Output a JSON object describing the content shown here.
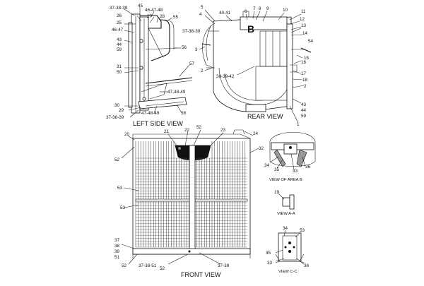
{
  "titles": {
    "left_side": "LEFT SIDE VIEW",
    "rear": "REAR VIEW",
    "front": "FRONT VIEW",
    "area_b": "VIEW OF AREA B",
    "view_aa": "VIEW A-A",
    "view_cc": "VIEW C-C",
    "letter_b": "B"
  },
  "callouts": {
    "left_side": [
      "37-38-39",
      "45",
      "46-47-48",
      "26",
      "27",
      "28",
      "55",
      "25",
      "46-47",
      "43",
      "44",
      "59",
      "56",
      "31",
      "50",
      "57",
      "47-48-49",
      "30",
      "29",
      "37-38-39",
      "47-48-49",
      "58"
    ],
    "rear": [
      "5",
      "4",
      "40-41",
      "6",
      "7",
      "8",
      "9",
      "10",
      "11",
      "12",
      "37-38-39",
      "13",
      "14",
      "54",
      "3",
      "15",
      "2",
      "38-39-42",
      "16",
      "17",
      "18",
      "2",
      "43",
      "44",
      "59",
      "1"
    ],
    "front": [
      "20",
      "21",
      "22",
      "52",
      "23",
      "24",
      "32",
      "52",
      "53",
      "53",
      "37",
      "38",
      "39",
      "51",
      "52",
      "37-38-51",
      "52",
      "37-38"
    ],
    "area_b": [
      "34",
      "35",
      "33",
      "36"
    ],
    "view_aa": [
      "19"
    ],
    "view_cc": [
      "34",
      "53",
      "35",
      "33",
      "36"
    ]
  }
}
